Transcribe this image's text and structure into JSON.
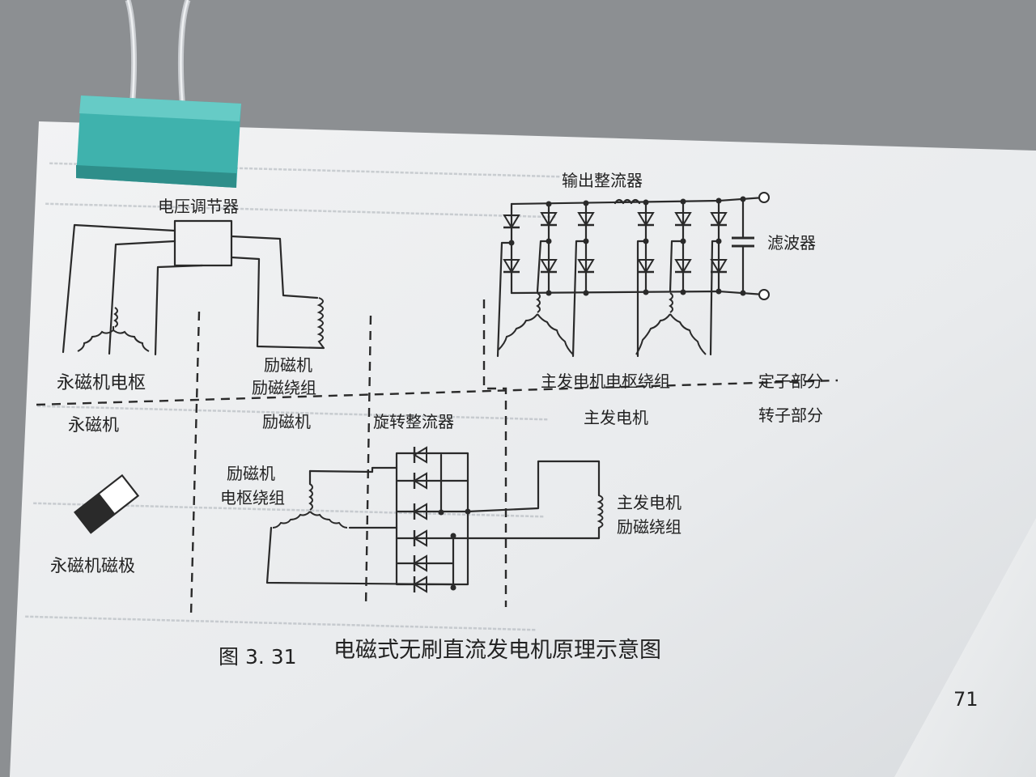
{
  "labels": {
    "voltage_regulator": "电压调节器",
    "output_rectifier": "输出整流器",
    "filter": "滤波器",
    "pm_armature": "永磁机电枢",
    "exciter_field_winding_1": "励磁机",
    "exciter_field_winding_2": "励磁绕组",
    "main_armature_winding": "主发电机电枢绕组",
    "stator_part": "定子部分",
    "pm_machine": "永磁机",
    "exciter": "励磁机",
    "rotating_rectifier": "旋转整流器",
    "main_generator": "主发电机",
    "rotor_part": "转子部分",
    "exciter_armature_winding_1": "励磁机",
    "exciter_armature_winding_2": "电枢绕组",
    "main_field_winding_1": "主发电机",
    "main_field_winding_2": "励磁绕组",
    "pm_pole": "永磁机磁极"
  },
  "caption": {
    "number": "图 3. 31",
    "title": "电磁式无刷直流发电机原理示意图"
  },
  "page_number": "71",
  "colors": {
    "paper": "#eceef0",
    "ink": "#2a2a2a",
    "clip": "#3fb2ad",
    "background": "#8c8f92"
  },
  "icons": [
    "binder-clip-icon",
    "permanent-magnet-icon"
  ]
}
